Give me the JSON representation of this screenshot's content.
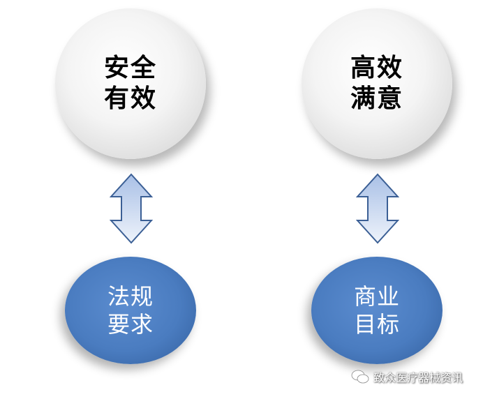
{
  "top_circles": [
    {
      "line1": "安全",
      "line2": "有效"
    },
    {
      "line1": "高效",
      "line2": "满意"
    }
  ],
  "bottom_ellipses": [
    {
      "line1": "法规",
      "line2": "要求"
    },
    {
      "line1": "商业",
      "line2": "目标"
    }
  ],
  "watermark": "致众医疗器械资讯",
  "colors": {
    "ellipse": "#4a7cc0",
    "arrow_fill": "#c5d5ee",
    "arrow_stroke": "#3b5f95"
  }
}
